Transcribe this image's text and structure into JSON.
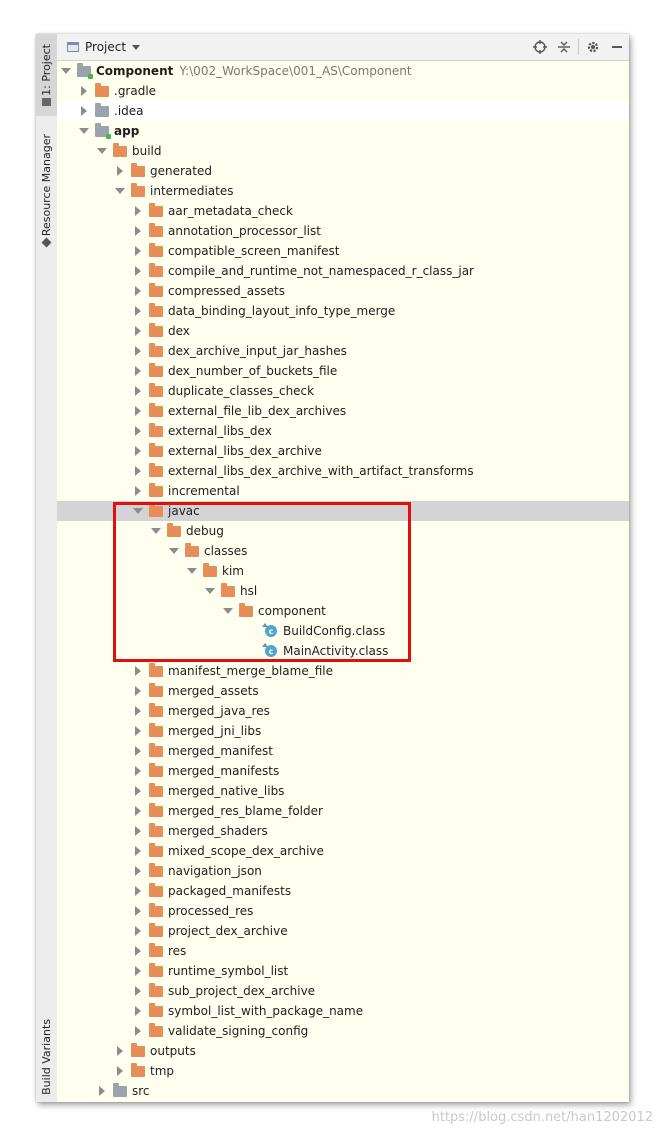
{
  "side_tabs": {
    "project": "1: Project",
    "resource_manager": "Resource Manager",
    "build_variants": "Build Variants"
  },
  "header": {
    "title": "Project"
  },
  "tree": [
    {
      "label": "Component",
      "path": "Y:\\002_WorkSpace\\001_AS\\Component",
      "depth": 0,
      "arrow": "down",
      "icon": "module-folder",
      "bold": true
    },
    {
      "label": ".gradle",
      "depth": 1,
      "arrow": "right",
      "icon": "folder"
    },
    {
      "label": ".idea",
      "depth": 1,
      "arrow": "right",
      "icon": "grey-folder"
    },
    {
      "label": "app",
      "depth": 1,
      "arrow": "down",
      "icon": "module-folder",
      "bold": true
    },
    {
      "label": "build",
      "depth": 2,
      "arrow": "down",
      "icon": "folder"
    },
    {
      "label": "generated",
      "depth": 3,
      "arrow": "right",
      "icon": "folder"
    },
    {
      "label": "intermediates",
      "depth": 3,
      "arrow": "down",
      "icon": "folder"
    },
    {
      "label": "aar_metadata_check",
      "depth": 4,
      "arrow": "right",
      "icon": "folder"
    },
    {
      "label": "annotation_processor_list",
      "depth": 4,
      "arrow": "right",
      "icon": "folder"
    },
    {
      "label": "compatible_screen_manifest",
      "depth": 4,
      "arrow": "right",
      "icon": "folder"
    },
    {
      "label": "compile_and_runtime_not_namespaced_r_class_jar",
      "depth": 4,
      "arrow": "right",
      "icon": "folder"
    },
    {
      "label": "compressed_assets",
      "depth": 4,
      "arrow": "right",
      "icon": "folder"
    },
    {
      "label": "data_binding_layout_info_type_merge",
      "depth": 4,
      "arrow": "right",
      "icon": "folder"
    },
    {
      "label": "dex",
      "depth": 4,
      "arrow": "right",
      "icon": "folder"
    },
    {
      "label": "dex_archive_input_jar_hashes",
      "depth": 4,
      "arrow": "right",
      "icon": "folder"
    },
    {
      "label": "dex_number_of_buckets_file",
      "depth": 4,
      "arrow": "right",
      "icon": "folder"
    },
    {
      "label": "duplicate_classes_check",
      "depth": 4,
      "arrow": "right",
      "icon": "folder"
    },
    {
      "label": "external_file_lib_dex_archives",
      "depth": 4,
      "arrow": "right",
      "icon": "folder"
    },
    {
      "label": "external_libs_dex",
      "depth": 4,
      "arrow": "right",
      "icon": "folder"
    },
    {
      "label": "external_libs_dex_archive",
      "depth": 4,
      "arrow": "right",
      "icon": "folder"
    },
    {
      "label": "external_libs_dex_archive_with_artifact_transforms",
      "depth": 4,
      "arrow": "right",
      "icon": "folder"
    },
    {
      "label": "incremental",
      "depth": 4,
      "arrow": "right",
      "icon": "folder"
    },
    {
      "label": "javac",
      "depth": 4,
      "arrow": "down",
      "icon": "folder",
      "selected": true
    },
    {
      "label": "debug",
      "depth": 5,
      "arrow": "down",
      "icon": "folder"
    },
    {
      "label": "classes",
      "depth": 6,
      "arrow": "down",
      "icon": "folder"
    },
    {
      "label": "kim",
      "depth": 7,
      "arrow": "down",
      "icon": "folder"
    },
    {
      "label": "hsl",
      "depth": 8,
      "arrow": "down",
      "icon": "folder"
    },
    {
      "label": "component",
      "depth": 9,
      "arrow": "down",
      "icon": "folder"
    },
    {
      "label": "BuildConfig.class",
      "depth": 10,
      "arrow": "none",
      "icon": "class"
    },
    {
      "label": "MainActivity.class",
      "depth": 10,
      "arrow": "none",
      "icon": "class"
    },
    {
      "label": "manifest_merge_blame_file",
      "depth": 4,
      "arrow": "right",
      "icon": "folder"
    },
    {
      "label": "merged_assets",
      "depth": 4,
      "arrow": "right",
      "icon": "folder"
    },
    {
      "label": "merged_java_res",
      "depth": 4,
      "arrow": "right",
      "icon": "folder"
    },
    {
      "label": "merged_jni_libs",
      "depth": 4,
      "arrow": "right",
      "icon": "folder"
    },
    {
      "label": "merged_manifest",
      "depth": 4,
      "arrow": "right",
      "icon": "folder"
    },
    {
      "label": "merged_manifests",
      "depth": 4,
      "arrow": "right",
      "icon": "folder"
    },
    {
      "label": "merged_native_libs",
      "depth": 4,
      "arrow": "right",
      "icon": "folder"
    },
    {
      "label": "merged_res_blame_folder",
      "depth": 4,
      "arrow": "right",
      "icon": "folder"
    },
    {
      "label": "merged_shaders",
      "depth": 4,
      "arrow": "right",
      "icon": "folder"
    },
    {
      "label": "mixed_scope_dex_archive",
      "depth": 4,
      "arrow": "right",
      "icon": "folder"
    },
    {
      "label": "navigation_json",
      "depth": 4,
      "arrow": "right",
      "icon": "folder"
    },
    {
      "label": "packaged_manifests",
      "depth": 4,
      "arrow": "right",
      "icon": "folder"
    },
    {
      "label": "processed_res",
      "depth": 4,
      "arrow": "right",
      "icon": "folder"
    },
    {
      "label": "project_dex_archive",
      "depth": 4,
      "arrow": "right",
      "icon": "folder"
    },
    {
      "label": "res",
      "depth": 4,
      "arrow": "right",
      "icon": "folder"
    },
    {
      "label": "runtime_symbol_list",
      "depth": 4,
      "arrow": "right",
      "icon": "folder"
    },
    {
      "label": "sub_project_dex_archive",
      "depth": 4,
      "arrow": "right",
      "icon": "folder"
    },
    {
      "label": "symbol_list_with_package_name",
      "depth": 4,
      "arrow": "right",
      "icon": "folder"
    },
    {
      "label": "validate_signing_config",
      "depth": 4,
      "arrow": "right",
      "icon": "folder"
    },
    {
      "label": "outputs",
      "depth": 3,
      "arrow": "right",
      "icon": "folder"
    },
    {
      "label": "tmp",
      "depth": 3,
      "arrow": "right",
      "icon": "folder"
    },
    {
      "label": "src",
      "depth": 2,
      "arrow": "right",
      "icon": "grey-folder"
    }
  ],
  "class_badge": "c",
  "watermark": "https://blog.csdn.net/han1202012"
}
